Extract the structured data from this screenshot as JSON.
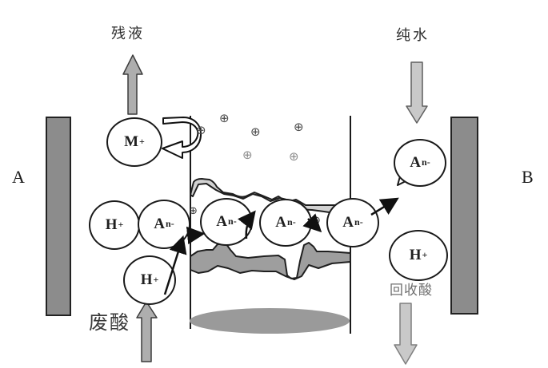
{
  "figure": {
    "zones": {
      "left": "A",
      "right": "B"
    },
    "streams": {
      "residual": "残液",
      "pure_water": "纯水",
      "waste_acid": "废酸",
      "recovered_acid": "回收酸"
    },
    "ions": {
      "m_plus": {
        "base": "M",
        "sup": "+"
      },
      "h_left": {
        "base": "H",
        "sup": "+"
      },
      "h_bottom": {
        "base": "H",
        "sup": "+"
      },
      "h_right": {
        "base": "H",
        "sup": "+"
      },
      "anion_1": {
        "base": "A",
        "sup": "n-"
      },
      "anion_2": {
        "base": "A",
        "sup": "n-"
      },
      "anion_3": {
        "base": "A",
        "sup": "n-"
      },
      "anion_4": {
        "base": "A",
        "sup": "n-"
      },
      "anion_b": {
        "base": "A",
        "sup": "n-"
      }
    },
    "charge_symbol": "⊕",
    "colors": {
      "electrode": "#8c8c8c",
      "arrow_dark": "#aeaeae",
      "arrow_light": "#c9c9c9",
      "membrane_top": "#d2d2d2",
      "membrane_bottom": "#9e9e9e",
      "pool": "#9a9a9a",
      "outline": "#1a1a1a"
    }
  }
}
